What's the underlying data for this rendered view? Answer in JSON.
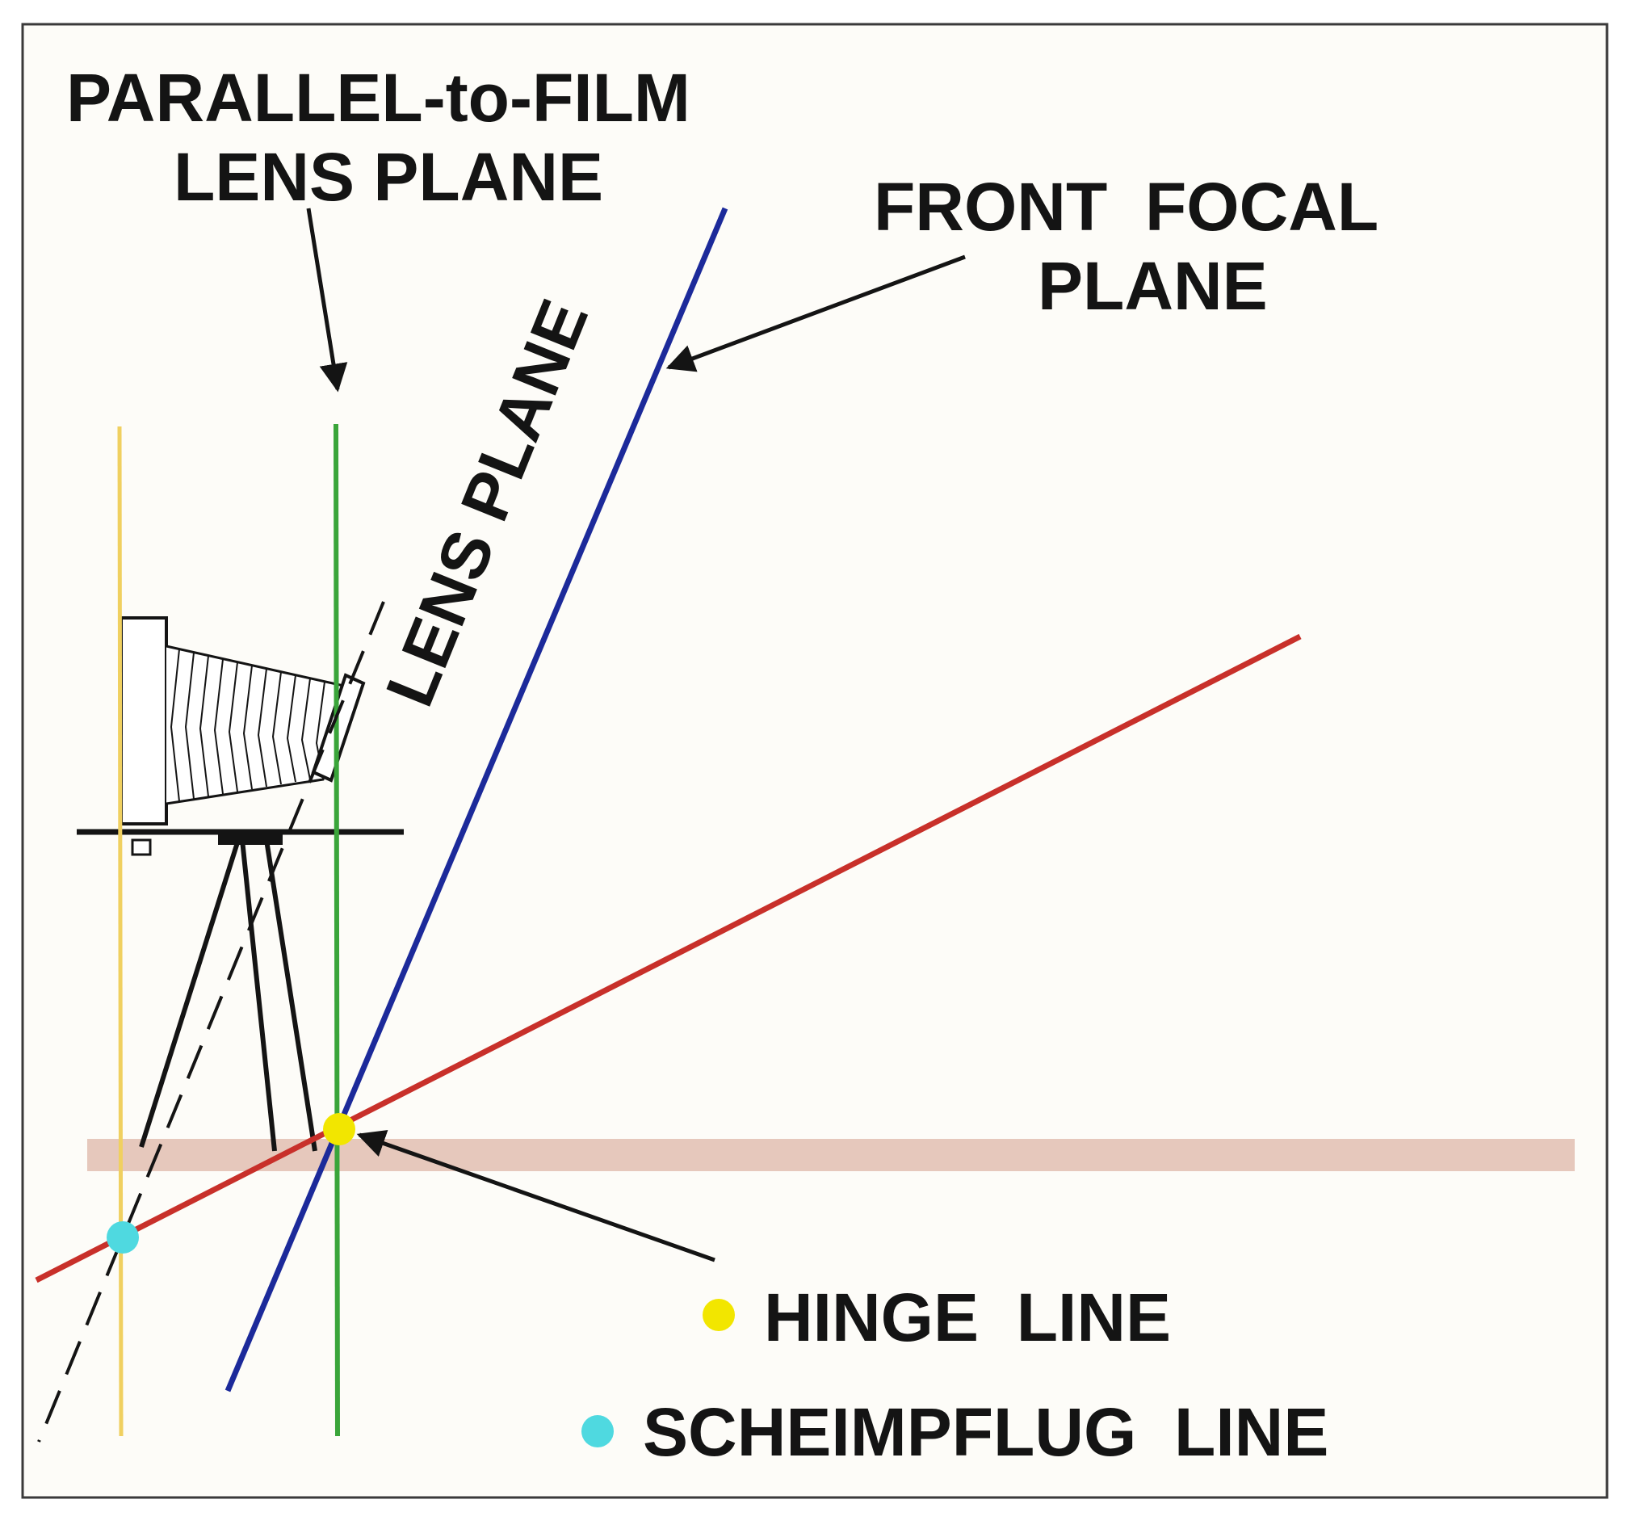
{
  "labels": {
    "parallel_lens_plane_line1": "PARALLEL-to-FILM",
    "parallel_lens_plane_line2": "LENS PLANE",
    "lens_plane": "LENS PLANE",
    "front_focal_plane_line1": "FRONT  FOCAL",
    "front_focal_plane_line2": "PLANE"
  },
  "legend": [
    {
      "label": "HINGE  LINE",
      "color": "#f2e600"
    },
    {
      "label": "SCHEIMPFLUG  LINE",
      "color": "#4fd9e0"
    }
  ],
  "colors": {
    "film_plane": "#f0d060",
    "parallel_lens_plane": "#3aa53a",
    "front_focal_plane": "#1c2a9a",
    "plane_of_focus": "#c8302a",
    "ground": "#e6c8bc",
    "frame": "#3a3a3a",
    "ink": "#141414"
  }
}
